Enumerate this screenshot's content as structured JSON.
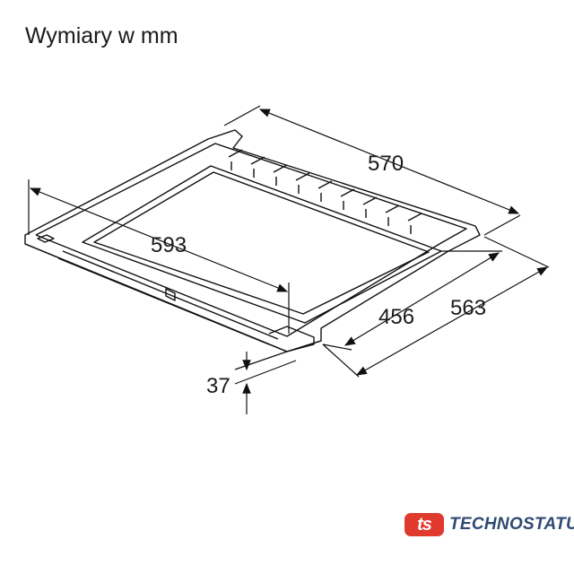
{
  "title": "Wymiary w mm",
  "dimensions": {
    "depth_back": "570",
    "width": "593",
    "inner_depth": "456",
    "depth": "563",
    "height": "37"
  },
  "logo": {
    "mark": "ts",
    "text": "TECHNOSTATUS",
    "color": "#e03a2f",
    "text_color": "#2f4a73"
  }
}
